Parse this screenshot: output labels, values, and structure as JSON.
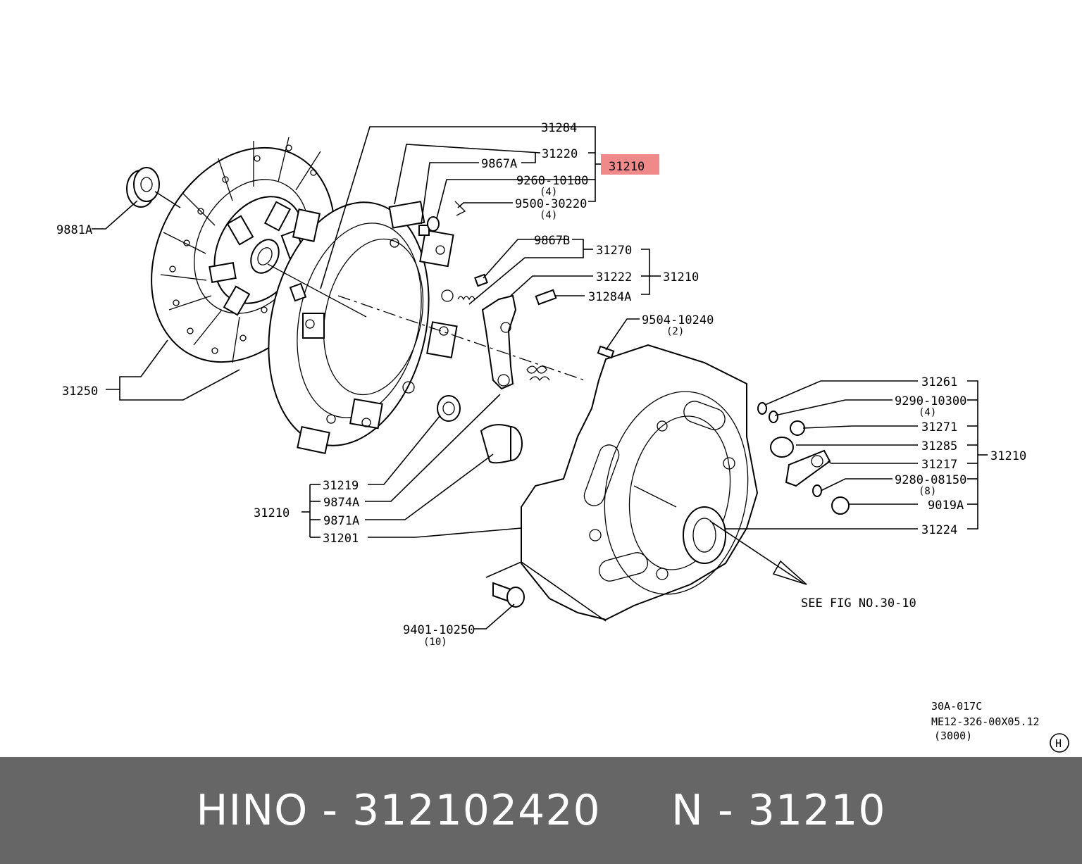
{
  "diagram": {
    "highlight_color": "#f08a8a",
    "labels": {
      "l31284_top": "31284",
      "l31220": "31220",
      "l9867A": "9867A",
      "l31210_highlight": "31210",
      "l9260_10180": "9260-10180",
      "l9260_qty": "(4)",
      "l9500_30220": "9500-30220",
      "l9500_qty": "(4)",
      "l9881A": "9881A",
      "l9867B": "9867B",
      "l31270": "31270",
      "l31222": "31222",
      "l31210_mid": "31210",
      "l31284A": "31284A",
      "l9504_10240": "9504-10240",
      "l9504_qty": "(2)",
      "l31250": "31250",
      "l31261": "31261",
      "l9290_10300": "9290-10300",
      "l9290_qty": "(4)",
      "l31271": "31271",
      "l31285": "31285",
      "l31210_right": "31210",
      "l31217": "31217",
      "l9280_08150": "9280-08150",
      "l9280_qty": "(8)",
      "l9019A": "9019A",
      "l31224": "31224",
      "l31219": "31219",
      "l9874A": "9874A",
      "l31210_left": "31210",
      "l9871A": "9871A",
      "l31201": "31201",
      "l9401_10250": "9401-10250",
      "l9401_qty": "(10)",
      "see_fig": "SEE FIG NO.30-10",
      "ref1": "30A-017C",
      "ref2": "ME12-326-00X05.12",
      "ref3": "(3000)",
      "corner_mark": "H"
    }
  },
  "footer": {
    "text": "HINO - 312102420     N - 31210"
  }
}
